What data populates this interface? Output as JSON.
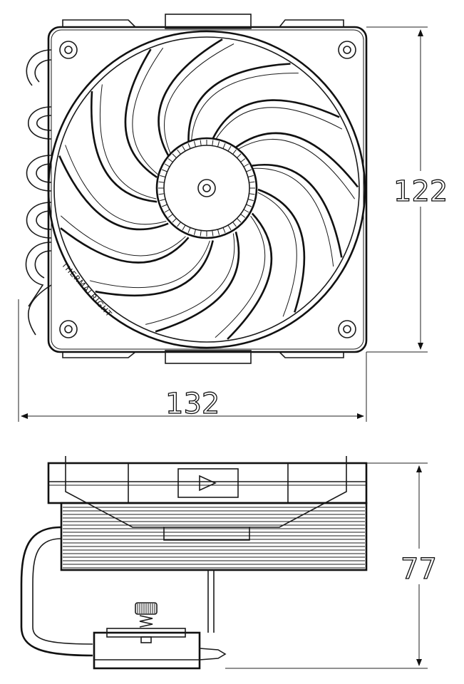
{
  "dimensions": {
    "height_top": "122",
    "width": "132",
    "height_side": "77"
  },
  "brand_label": "THERMALRIGHT",
  "blade_count": 13
}
